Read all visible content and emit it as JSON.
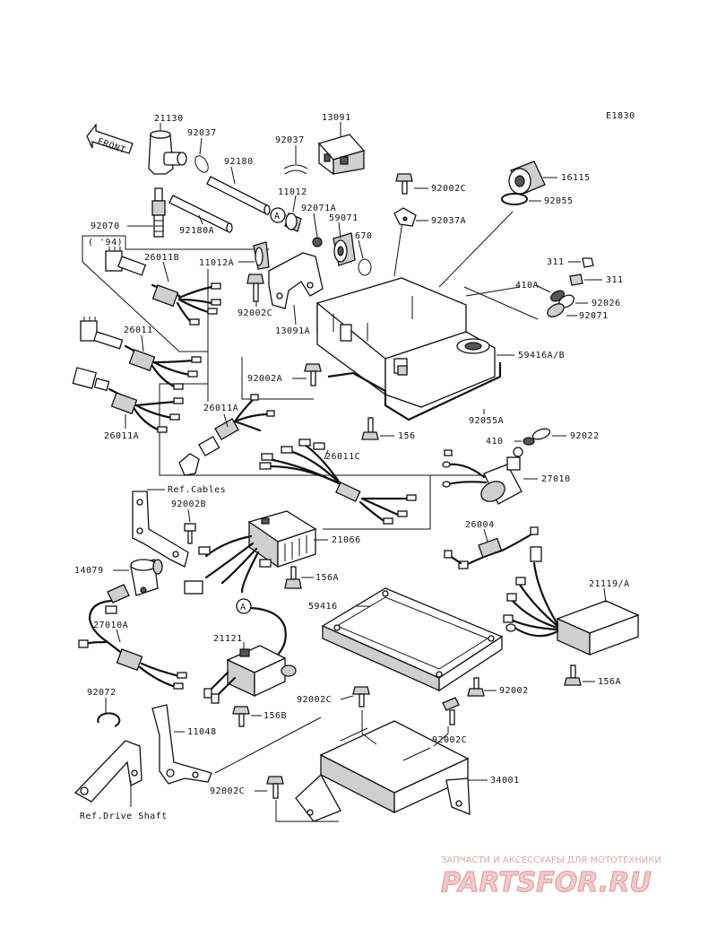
{
  "diagram": {
    "code": "E1830",
    "front_label": "FRONT",
    "circle_marker": "A",
    "ref_cables": "Ref.Cables",
    "ref_drive_shaft": "Ref.Drive Shaft",
    "year_note": "( '94)"
  },
  "parts": {
    "p21130": "21130",
    "p92037_top": "92037",
    "p13091": "13091",
    "p92037_mid": "92037",
    "p92180": "92180",
    "p92180A": "92180A",
    "p11012": "11012",
    "p92071A": "92071A",
    "p92070": "92070",
    "p59071": "59071",
    "p670": "670",
    "p11012A": "11012A",
    "p26011B": "26011B",
    "p92002C_a": "92002C",
    "p13091A": "13091A",
    "p92002C_top": "92002C",
    "p92037A": "92037A",
    "p16115": "16115",
    "p92055": "92055",
    "p311_a": "311",
    "p311_b": "311",
    "p410A": "410A",
    "p92026": "92026",
    "p92071": "92071",
    "p26011": "26011",
    "p59416AB": "59416A/B",
    "p92002A": "92002A",
    "p26011A_a": "26011A",
    "p26011A_b": "26011A",
    "p92055A": "92055A",
    "p156": "156",
    "p92022": "92022",
    "p410": "410",
    "p26011C": "26011C",
    "p27010": "27010",
    "p92002B": "92002B",
    "p21066": "21066",
    "p26004": "26004",
    "p156A_a": "156A",
    "p14079": "14079",
    "p59416": "59416",
    "p21119A": "21119/A",
    "p27010A": "27010A",
    "p21121": "21121",
    "p156A_b": "156A",
    "p92002C_b": "92002C",
    "p92002": "92002",
    "p156B": "156B",
    "p92072": "92072",
    "p11048": "11048",
    "p92002C_c": "92002C",
    "p34001": "34001",
    "p92002C_d": "92002C"
  },
  "watermark": {
    "tagline": "ЗАПЧАСТИ И АКСЕССУАРЫ ДЛЯ МОТОТЕХНИКИ",
    "brand": "PARTSFOR.RU",
    "colors": {
      "tagline": "#e2a8a8",
      "brand_fill": "#f4c9c9",
      "brand_stroke": "#e6a0a0"
    }
  }
}
